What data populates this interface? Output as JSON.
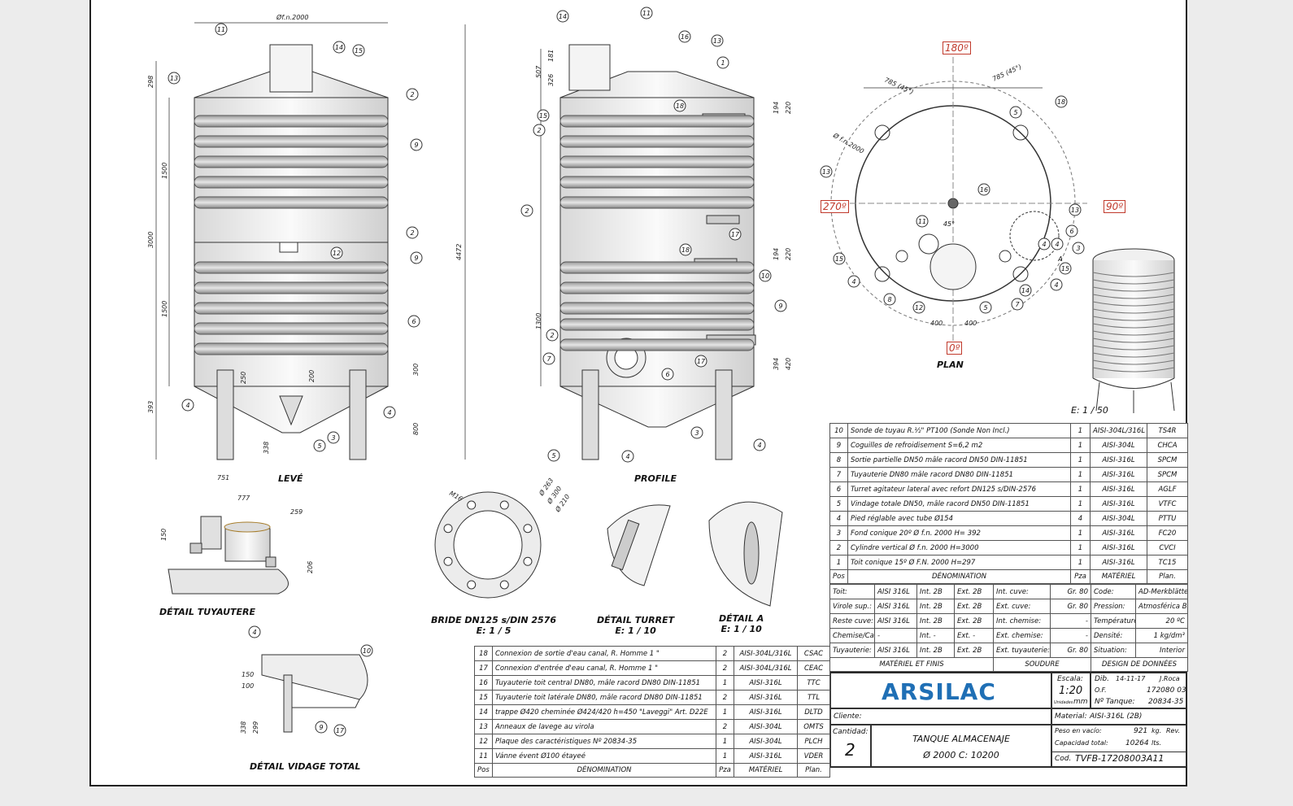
{
  "views": {
    "leve": "LEVÉ",
    "profile": "PROFILE",
    "plan": "PLAN",
    "iso_scale": "E: 1 / 50",
    "detail_tuyautere": "DÉTAIL TUYAUTERE",
    "bride": "BRIDE DN125 s/DIN 2576",
    "bride_scale": "E: 1 / 5",
    "detail_turret": "DÉTAIL TURRET",
    "turret_scale": "E: 1 / 10",
    "detail_a": "DÉTAIL A",
    "detail_a_scale": "E: 1 / 10",
    "detail_vidage": "DÉTAIL VIDAGE TOTAL"
  },
  "plan_angles": {
    "top": "180º",
    "left": "270º",
    "right": "90º",
    "bottom": "0º"
  },
  "dimensions": {
    "diameter": "Øf.n.2000",
    "total_height": "4472",
    "cyl": "3000",
    "h1": "1500",
    "h2": "1500",
    "roof": "298",
    "bottom": "393",
    "foot": "338",
    "leg": "800",
    "d250": "250",
    "d200": "200",
    "d300": "300",
    "p507": "507",
    "p181": "181",
    "p326": "326",
    "p194a": "194",
    "p220a": "220",
    "p194b": "194",
    "p220b": "220",
    "p1300": "1300",
    "p394": "394",
    "p420": "420",
    "plan785a": "785 (45°)",
    "plan785b": "785 (45°)",
    "plan400a": "400",
    "plan400b": "400",
    "plan_d": "Ø f.n.2000",
    "b263": "Ø 263",
    "b300": "Ø 300",
    "b210": "Ø 210",
    "m16": "M16",
    "t751": "751",
    "t777": "777",
    "t259": "259",
    "t150": "150",
    "t206": "206",
    "v150": "150",
    "v100": "100",
    "v338": "338",
    "v299": "299"
  },
  "balloons": [
    "11",
    "14",
    "15",
    "13",
    "2",
    "9",
    "2",
    "9",
    "6",
    "12",
    "4",
    "5",
    "3",
    "4",
    "14",
    "11",
    "16",
    "13",
    "1",
    "18",
    "2",
    "15",
    "2",
    "17",
    "18",
    "10",
    "9",
    "2",
    "7",
    "6",
    "5",
    "4",
    "3",
    "4",
    "17",
    "4",
    "10",
    "17",
    "9",
    "18",
    "13",
    "16",
    "11",
    "45°",
    "15",
    "4",
    "8",
    "12",
    "5",
    "14",
    "7",
    "4",
    "15",
    "13",
    "6",
    "3",
    "4",
    "5",
    "4",
    "A"
  ],
  "parts_top": [
    {
      "pos": "10",
      "name": "Sonde de tuyau R.½\" PT100 (Sonde Non Incl.)",
      "qty": "1",
      "mat": "AISI-304L/316L",
      "plan": "TS4R"
    },
    {
      "pos": "9",
      "name": "Coguilles de refroidisement S=6,2 m2",
      "qty": "1",
      "mat": "AISI-304L",
      "plan": "CHCA"
    },
    {
      "pos": "8",
      "name": "Sortie partielle DN50 mâle racord DN50 DIN-11851",
      "qty": "1",
      "mat": "AISI-316L",
      "plan": "SPCM"
    },
    {
      "pos": "7",
      "name": "Tuyauterie DN80 mâle racord DN80 DIN-11851",
      "qty": "1",
      "mat": "AISI-316L",
      "plan": "SPCM"
    },
    {
      "pos": "6",
      "name": "Turret agitateur lateral avec refort DN125 s/DIN-2576",
      "qty": "1",
      "mat": "AISI-316L",
      "plan": "AGLF"
    },
    {
      "pos": "5",
      "name": "Vindage totale DN50, mâle racord DN50 DIN-11851",
      "qty": "1",
      "mat": "AISI-316L",
      "plan": "VTFC"
    },
    {
      "pos": "4",
      "name": "Pied réglable avec tube Ø154",
      "qty": "4",
      "mat": "AISI-304L",
      "plan": "PTTU"
    },
    {
      "pos": "3",
      "name": "Fond conique 20º Ø f.n. 2000 H= 392",
      "qty": "1",
      "mat": "AISI-316L",
      "plan": "FC20"
    },
    {
      "pos": "2",
      "name": "Cylindre vertical Ø f.n. 2000 H=3000",
      "qty": "1",
      "mat": "AISI-316L",
      "plan": "CVCI"
    },
    {
      "pos": "1",
      "name": "Toit conique 15º Ø F.N.  2000 H=297",
      "qty": "1",
      "mat": "AISI-316L",
      "plan": "TC15"
    }
  ],
  "parts_bottom": [
    {
      "pos": "18",
      "name": "Connexion de sortie d'eau canal, R. Homme 1 \"",
      "qty": "2",
      "mat": "AISI-304L/316L",
      "plan": "CSAC"
    },
    {
      "pos": "17",
      "name": "Connexion d'entrée d'eau canal, R. Homme 1 \"",
      "qty": "2",
      "mat": "AISI-304L/316L",
      "plan": "CEAC"
    },
    {
      "pos": "16",
      "name": "Tuyauterie toit central DN80, mâle racord DN80 DIN-11851",
      "qty": "1",
      "mat": "AISI-316L",
      "plan": "TTC"
    },
    {
      "pos": "15",
      "name": "Tuyauterie toit latérale DN80, mâle racord DN80 DIN-11851",
      "qty": "2",
      "mat": "AISI-316L",
      "plan": "TTL"
    },
    {
      "pos": "14",
      "name": "trappe Ø420 cheminée Ø424/420 h=450 \"Laveggi\" Art. D22E",
      "qty": "1",
      "mat": "AISI-316L",
      "plan": "DLTD"
    },
    {
      "pos": "13",
      "name": "Anneaux de lavege au virola",
      "qty": "2",
      "mat": "AISI-304L",
      "plan": "OMTS"
    },
    {
      "pos": "12",
      "name": "Plaque des caractéristiques  Nº 20834-35",
      "qty": "1",
      "mat": "AISI-304L",
      "plan": "PLCH"
    },
    {
      "pos": "11",
      "name": "Vánne évent Ø100 étayeé",
      "qty": "1",
      "mat": "AISI-316L",
      "plan": "VDER"
    }
  ],
  "parts_header": {
    "pos": "Pos",
    "name": "DÉNOMINATION",
    "qty": "Pza",
    "mat": "MATÉRIEL",
    "plan": "Plan."
  },
  "materials": [
    {
      "part": "Toit:",
      "mat": "AISI 316L",
      "int": "Int.  2B",
      "ext": "Ext.  2B",
      "weld_label": "Int. cuve:",
      "weld": "Gr. 80",
      "design_label": "Code:",
      "design": "AD-Merkblätter"
    },
    {
      "part": "Virole sup.:",
      "mat": "AISI 316L",
      "int": "Int.  2B",
      "ext": "Ext.  2B",
      "weld_label": "Ext. cuve:",
      "weld": "Gr. 80",
      "design_label": "Pression:",
      "design": "Atmosférica Bar"
    },
    {
      "part": "Reste cuve:",
      "mat": "AISI 316L",
      "int": "Int.  2B",
      "ext": "Ext.  2B",
      "weld_label": "Int. chemise:",
      "weld": "-",
      "design_label": "Température:",
      "design": "20 ºC"
    },
    {
      "part": "Chemise/Canal:",
      "mat": "-",
      "int": "Int.    -",
      "ext": "Ext.    -",
      "weld_label": "Ext. chemise:",
      "weld": "-",
      "design_label": "Densité:",
      "design": "1 kg/dm³"
    },
    {
      "part": "Tuyauterie:",
      "mat": "AISI 316L",
      "int": "Int.  2B",
      "ext": "Ext.  2B",
      "weld_label": "Ext. tuyauterie:",
      "weld": "Gr. 80",
      "design_label": "Situation:",
      "design": "Interior"
    }
  ],
  "materials_footer": {
    "mat": "MATÉRIEL ET FINIS",
    "weld": "SOUDURE",
    "design": "DESIGN DE DONNÉES"
  },
  "title_block": {
    "logo": "ARSILAC",
    "scale_label": "Escala:",
    "scale": "1:20",
    "units_label": "Unidades",
    "units": "mm",
    "dib_label": "Dib.",
    "dib_date": "14-11-17",
    "dib_name": "J.Roca",
    "of_label": "O.F.",
    "of": "172080 03",
    "tank_label": "Nº Tanque:",
    "tank": "20834-35",
    "client_label": "Cliente:",
    "material_label": "Material:",
    "material": "AISI-316L (2B)",
    "qty_label": "Cantidad:",
    "qty": "2",
    "title": "TANQUE  ALMACENAJE",
    "subtitle": "Ø 2000 C: 10200",
    "weight_label": "Peso en vacío:",
    "weight": "921",
    "weight_unit": "kg.",
    "capacity_label": "Capacidad total:",
    "capacity": "10264",
    "capacity_unit": "lts.",
    "rev_label": "Rev.",
    "code_label": "Cod.",
    "code": "TVFB-17208003A11"
  },
  "colors": {
    "accent_red": "#c0392b",
    "logo_blue": "#1f6fb5"
  }
}
